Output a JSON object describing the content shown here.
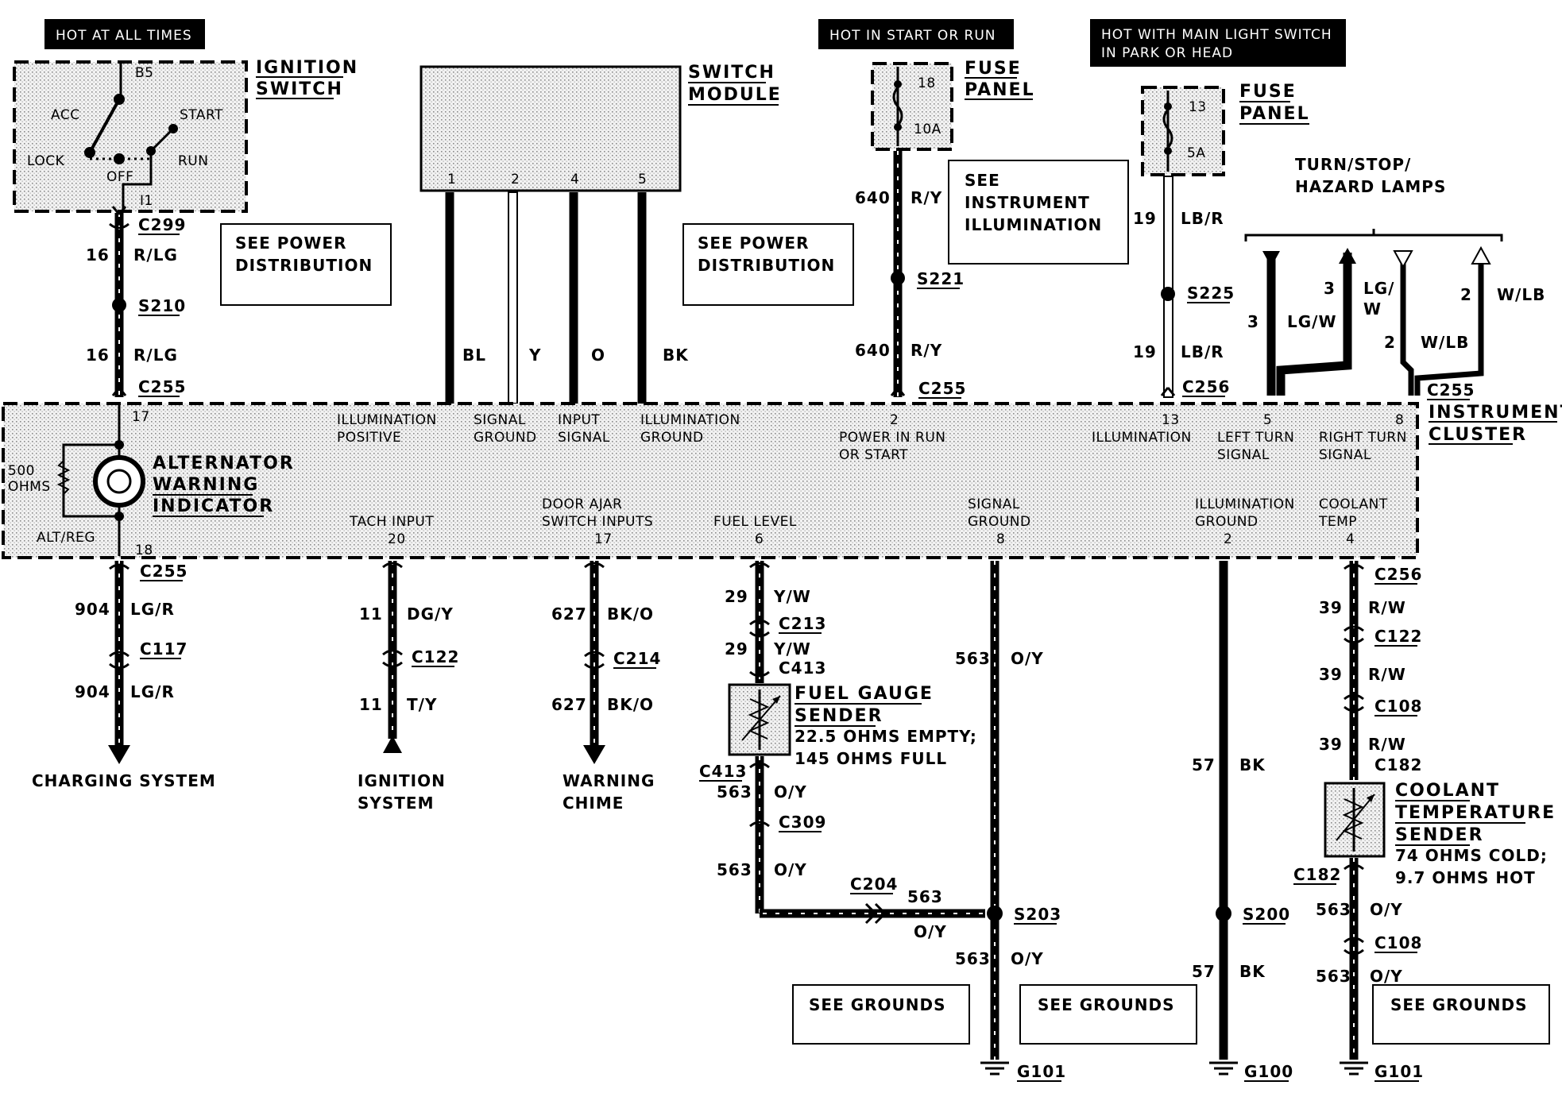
{
  "hdr": {
    "hot_all": "HOT AT ALL TIMES",
    "hot_start": "HOT IN START OR RUN",
    "hot_light_1": "HOT WITH MAIN LIGHT SWITCH",
    "hot_light_2": "IN PARK OR HEAD"
  },
  "ign": {
    "t1": "IGNITION",
    "t2": "SWITCH",
    "b5": "B5",
    "acc": "ACC",
    "start": "START",
    "lock": "LOCK",
    "off": "OFF",
    "run": "RUN",
    "i1": "I1"
  },
  "sm": {
    "t1": "SWITCH",
    "t2": "MODULE",
    "p1": "1",
    "p2": "2",
    "p3": "4",
    "p4": "5",
    "c1": "BL",
    "c2": "Y",
    "c3": "O",
    "c4": "BK"
  },
  "see": {
    "pd1": "SEE POWER",
    "pd2": "DISTRIBUTION",
    "ii1": "SEE",
    "ii2": "INSTRUMENT",
    "ii3": "ILLUMINATION",
    "gr": "SEE GROUNDS"
  },
  "fp1": {
    "t1": "FUSE",
    "t2": "PANEL",
    "n": "18",
    "a": "10A"
  },
  "fp2": {
    "t1": "FUSE",
    "t2": "PANEL",
    "n": "13",
    "a": "5A"
  },
  "lamps": {
    "t1": "TURN/STOP/",
    "t2": "HAZARD LAMPS"
  },
  "ic": {
    "t1": "INSTRUMENT",
    "t2": "CLUSTER",
    "alt1": "ALTERNATOR",
    "alt2": "WARNING",
    "alt3": "INDICATOR",
    "ohm1": "500",
    "ohm2": "OHMS",
    "altreg": "ALT/REG",
    "p17": "17",
    "p18": "18",
    "ip1": "ILLUMINATION",
    "ip2": "POSITIVE",
    "sg1": "SIGNAL",
    "sg2": "GROUND",
    "is1": "INPUT",
    "is2": "SIGNAL",
    "ig1": "ILLUMINATION",
    "ig2": "GROUND",
    "pr1": "POWER IN RUN",
    "pr2": "OR START",
    "pr_n": "2",
    "il": "ILLUMINATION",
    "il_n": "13",
    "lt1": "LEFT TURN",
    "lt2": "SIGNAL",
    "lt_n": "5",
    "rt1": "RIGHT TURN",
    "rt2": "SIGNAL",
    "rt_n": "8",
    "ti": "TACH INPUT",
    "ti_n": "20",
    "da1": "DOOR AJAR",
    "da2": "SWITCH INPUTS",
    "da_n": "17",
    "fl": "FUEL LEVEL",
    "fl_n": "6",
    "sg3": "SIGNAL",
    "sg4": "GROUND",
    "sg_n": "8",
    "ig3": "ILLUMINATION",
    "ig4": "GROUND",
    "ig_n": "2",
    "ct1": "COOLANT",
    "ct2": "TEMP",
    "ct_n": "4"
  },
  "conn": {
    "c299": "C299",
    "s210": "S210",
    "c255": "C255",
    "c256": "C256",
    "s221": "S221",
    "s225": "S225",
    "c117": "C117",
    "c122": "C122",
    "c214": "C214",
    "c213": "C213",
    "c413": "C413",
    "c309": "C309",
    "c204": "C204",
    "s203": "S203",
    "s200": "S200",
    "c108": "C108",
    "c182": "C182",
    "g101": "G101",
    "g100": "G100"
  },
  "wire": {
    "n16": "16",
    "rlg": "R/LG",
    "n640": "640",
    "ry": "R/Y",
    "n19": "19",
    "lbr": "LB/R",
    "n3": "3",
    "lgw": "LG/W",
    "lgw_a": "LG/",
    "lgw_b": "W",
    "n2": "2",
    "wlb": "W/LB",
    "n904": "904",
    "lgr": "LG/R",
    "n11": "11",
    "dgy": "DG/Y",
    "ty": "T/Y",
    "n627": "627",
    "bko": "BK/O",
    "n29": "29",
    "yw": "Y/W",
    "n563": "563",
    "oy": "O/Y",
    "n57": "57",
    "bk": "BK",
    "n39": "39",
    "rw": "R/W"
  },
  "dest": {
    "cs": "CHARGING SYSTEM",
    "is1": "IGNITION",
    "is2": "SYSTEM",
    "wc1": "WARNING",
    "wc2": "CHIME"
  },
  "fgs": {
    "t1": "FUEL GAUGE",
    "t2": "SENDER",
    "d1": "22.5 OHMS EMPTY;",
    "d2": "145 OHMS FULL"
  },
  "cts": {
    "t1": "COOLANT",
    "t2": "TEMPERATURE",
    "t3": "SENDER",
    "d1": "74 OHMS COLD;",
    "d2": "9.7 OHMS HOT"
  }
}
